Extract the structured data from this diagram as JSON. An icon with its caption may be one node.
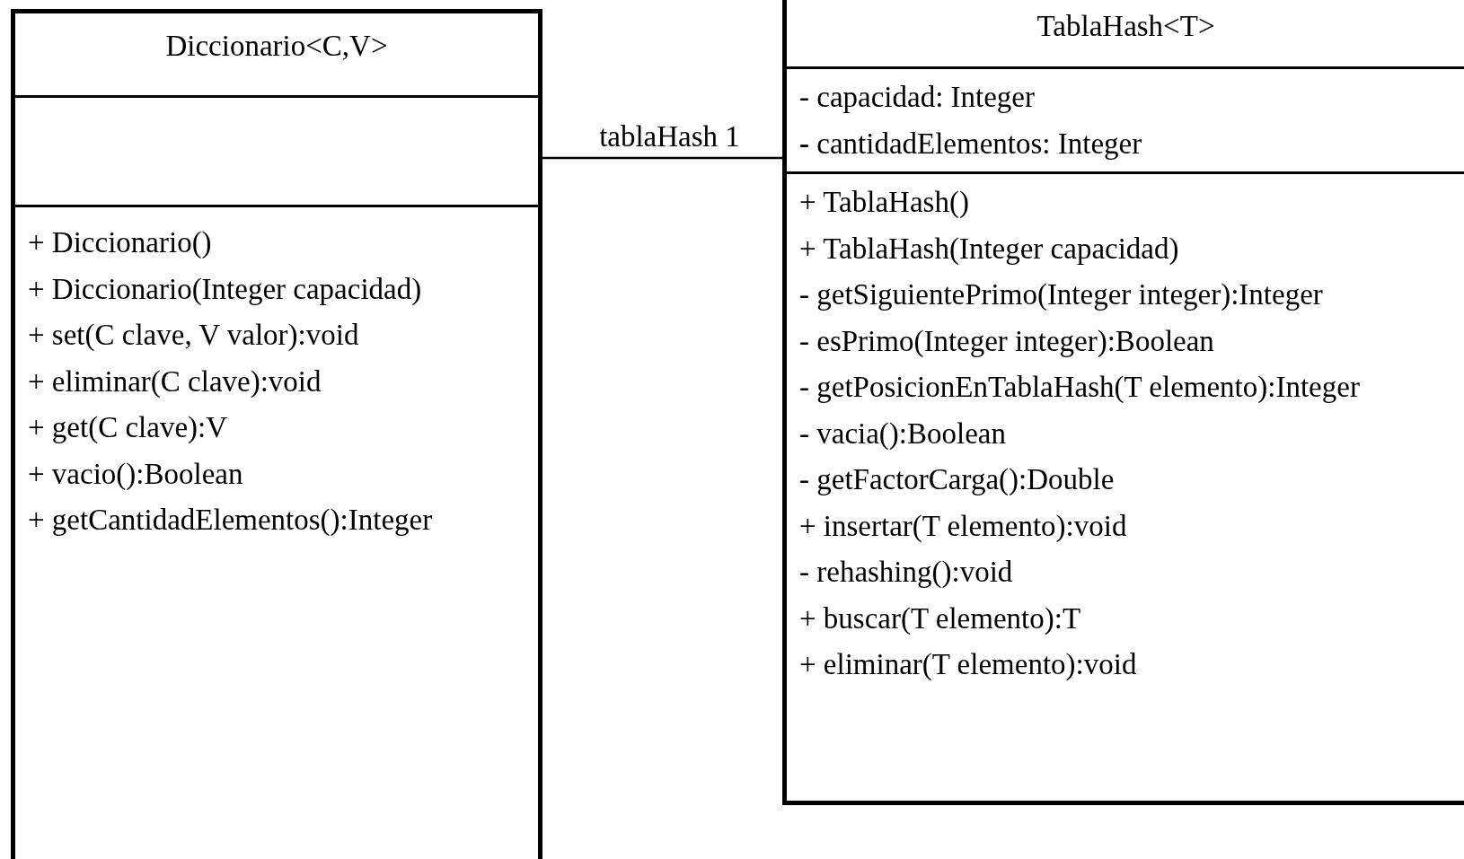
{
  "diagram": {
    "nodes": [
      {
        "text": [
          "Diccionario<C,V>"
        ]
      },
      {
        "text": [],
        "shape": "box",
        "in": 0
      },
      {
        "text": [
          "+ Diccionario()",
          "+ Diccionario(Integer capacidad)",
          "+ set(C clave, V valor):void",
          "+ eliminar(C clave):void",
          "+ get(C clave):V",
          "+ vacio():Boolean",
          "+ getCantidadElementos():Integer"
        ],
        "in": 0
      },
      {
        "text": [
          "TablaHash<T>"
        ]
      },
      {
        "text": [
          "- capacidad: Integer",
          "**-** cantidadElementos: Integer"
        ],
        "in": 3
      },
      {
        "text": [
          "+ TablaHash()",
          "+ TablaHash(Integer capacidad)",
          "- getSiguientePrimo(Integer integer):Integer",
          "- esPrimo(Integer integer):Boolean",
          "- getPosicionEnTablaHash(T elemento):Integer",
          "- vacia():Boolean",
          "- getFactorCarga():Double",
          "+ insertar(T elemento):void",
          "- rehashing():void",
          "+ buscar(T elemento):T",
          "+ eliminar(T elemento):void"
        ],
        "in": 3
      }
    ],
    "edges": [
      {
        "from": 0,
        "to": 3,
        "arrow": "none",
        "label": "tablaHash 1"
      }
    ]
  }
}
